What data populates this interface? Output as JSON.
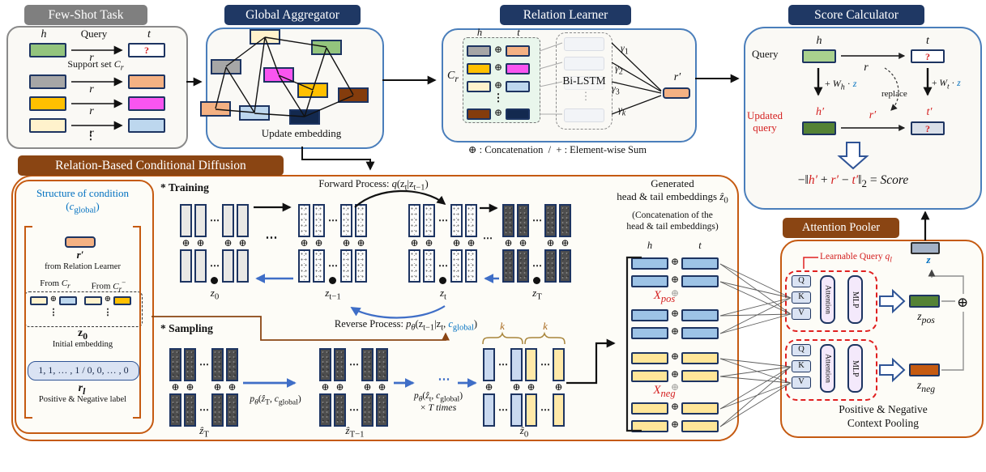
{
  "palette": {
    "navy_header": "#1f3864",
    "gray_header": "#7f7f7f",
    "brown_header": "#8a4513",
    "blue_panel_border": "#4a7ebb",
    "orange_panel_border": "#c55a11",
    "blue_arrow": "#3f6ec7",
    "red_accent": "#d42020",
    "blue_accent": "#0070c0",
    "green_box": "#93c47d",
    "light_green_box": "#a9d18e",
    "dark_green_box": "#548235",
    "gray_box": "#a6a6a6",
    "gold_box": "#ffc000",
    "cream_box": "#fff2cc",
    "orange_box": "#f4b183",
    "magenta_box": "#f955f0",
    "light_blue_box": "#bdd7ee",
    "navy_box": "#13294f",
    "brown_box": "#843c0c",
    "pos_blue": "#9dc3e6",
    "neg_yellow": "#ffe699",
    "label_pill_blue": "#dae3f3",
    "z_gray": "#a3b1c6"
  },
  "few_shot": {
    "title": "Few-Shot Task",
    "h": "<i>h</i>",
    "t": "<i>t</i>",
    "query": "Query",
    "support": "Support set <i>C<sub>r</sub></i>",
    "r": "<i>r</i>",
    "unknown": "?",
    "vdots": "⋮"
  },
  "aggregator": {
    "title": "Global Aggregator",
    "caption": "Update embedding"
  },
  "learner": {
    "title": "Relation Learner",
    "h": "<i>h</i>",
    "t": "<i>t</i>",
    "cr": "<i>C<sub>r</sub></i>",
    "bilstm": "Bi-LSTM",
    "gamma1": "<i>γ</i><sub>1</sub>",
    "gamma2": "<i>γ</i><sub>2</sub>",
    "gamma3": "<i>γ</i><sub>3</sub>",
    "gammak": "<i>γ<sub>k</sub></i>",
    "r_prime": "<i>r′</i>",
    "vdots": "⋮"
  },
  "legend": "⊕ : Concatenation&nbsp;&nbsp;/&nbsp;&nbsp;+ : Element-wise Sum",
  "score": {
    "title": "Score Calculator",
    "query": "Query",
    "h": "<i>h</i>",
    "t": "<i>t</i>",
    "r": "<i>r</i>",
    "unknown": "?",
    "wh": "+ <i>W<sub>h</sub></i> · <span class='blue'><i>z</i></span>",
    "wt": "+ <i>W<sub>t</sub></i> · <span class='blue'><i>z</i></span>",
    "replace": "replace",
    "updated_query": "Updated<br>query",
    "h_prime": "<i>h′</i>",
    "r_prime": "<i>r′</i>",
    "t_prime": "<i>t′</i>",
    "formula": "−‖<span class='red'><i>h′</i></span> + <span class='red'><i>r′</i></span> − <span class='red'><i>t′</i></span>‖<sub>2</sub> = <i>Score</i>"
  },
  "diffusion": {
    "title": "Relation-Based Conditional Diffusion",
    "condition": {
      "heading": "Structure of condition",
      "heading2": "(<i>c</i><sub>global</sub>)",
      "r_prime": "<b><i>r′</i></b>",
      "from_rl": "from Relation Learner",
      "from_cr": "From <i>C<sub>r</sub></i>",
      "from_cr_neg": "From <i>C<sub>r</sub></i><sup>−</sup>",
      "z0": "<b>z<sub>0</sub></b>",
      "z0_caption": "Initial embedding",
      "labels": "1, 1, … , 1 / 0, 0, … , 0",
      "rl": "<b><i>r<sub>l</sub></i></b>",
      "rl_caption": "Positive & Negative label"
    },
    "training": {
      "heading": "* Training",
      "forward": "Forward Process: <i>q</i>(z<sub>t</sub>|z<sub>t−1</sub>)",
      "reverse": "Reverse Process: <i>p<sub>θ</sub></i>(z<sub>t−1</sub>|z<sub>t</sub>, <span class='blue'><i>c</i><sub>global</sub></span>)",
      "z0": "<i>z</i><sub>0</sub>",
      "zt_1": "<i>z</i><sub>t−1</sub>",
      "zt": "<i>z</i><sub>t</sub>",
      "zT": "<i>z</i><sub>T</sub>"
    },
    "sampling": {
      "heading": "* Sampling",
      "p1": "<i>p<sub>θ</sub></i>(<i>ẑ</i><sub>T</sub>, <i>c</i><sub>global</sub>)",
      "p2": "<i>p<sub>θ</sub></i>(<i>ẑ</i><sub>t</sub>, <i>c</i><sub>global</sub>)",
      "times": "× <i>T times</i>",
      "zT": "<i>ẑ</i><sub>T</sub>",
      "zT_1": "<i>ẑ</i><sub>T−1</sub>",
      "z0": "<i>ẑ</i><sub>0</sub>",
      "k": "<i>k</i>",
      "dots": "⋯"
    },
    "generated": {
      "line1": "Generated",
      "line2": "head & tail embeddings <i>ẑ</i><sub>0</sub>",
      "line3": "(Concatenation of the",
      "line4": "head & tail embeddings)",
      "h": "<i>h</i>",
      "t": "<i>t</i>",
      "xpos": "<i>X<sub>pos</sub></i>",
      "xneg": "<i>X<sub>neg</sub></i>"
    }
  },
  "pooler": {
    "title": "Attention Pooler",
    "learnable": "Learnable Query <i>q<sub>l</sub></i>",
    "q": "Q",
    "k": "K",
    "v": "V",
    "attention": "Attention",
    "mlp": "MLP",
    "z_pos": "<i>z<sub>pos</sub></i>",
    "z_neg": "<i>z<sub>neg</sub></i>",
    "z": "<i>z</i>",
    "oplus": "⊕",
    "caption": "Positive & Negative<br>Context Pooling"
  },
  "misc": {
    "oplus": "⊕",
    "hdots": "⋯",
    "vdots": "⋮"
  }
}
